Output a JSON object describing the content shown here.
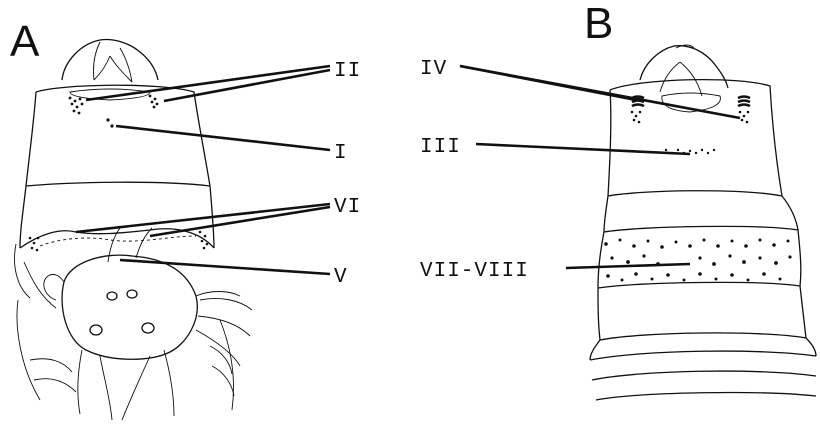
{
  "figure": {
    "panels": [
      {
        "letter": "A",
        "labels": [
          "II",
          "I",
          "VI",
          "V"
        ]
      },
      {
        "letter": "B",
        "labels": [
          "IV",
          "III",
          "VII-VIII"
        ]
      }
    ]
  },
  "colors": {
    "ink": "#111111",
    "background": "#ffffff"
  }
}
